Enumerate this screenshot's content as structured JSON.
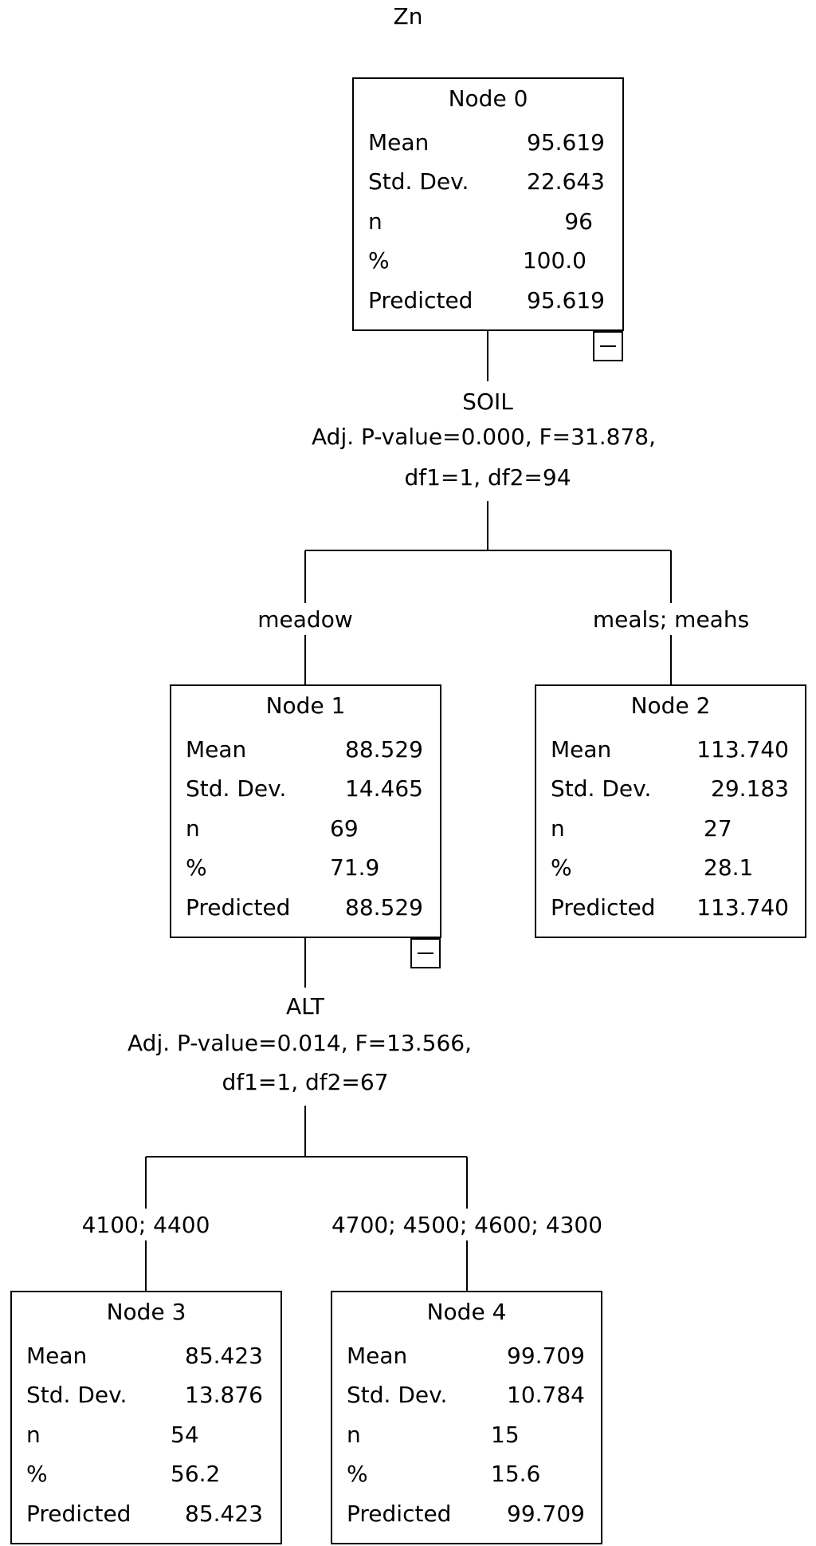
{
  "title": "Zn",
  "stat_labels": [
    "Mean",
    "Std. Dev.",
    "n",
    "%",
    "Predicted"
  ],
  "nodes": [
    {
      "title": "Node 0",
      "values": [
        "95.619",
        "22.643",
        "96",
        "100.0",
        "95.619"
      ]
    },
    {
      "title": "Node 1",
      "values": [
        "88.529",
        "14.465",
        "69",
        "71.9",
        "88.529"
      ]
    },
    {
      "title": "Node 2",
      "values": [
        "113.740",
        "29.183",
        "27",
        "28.1",
        "113.740"
      ]
    },
    {
      "title": "Node 3",
      "values": [
        "85.423",
        "13.876",
        "54",
        "56.2",
        "85.423"
      ]
    },
    {
      "title": "Node 4",
      "values": [
        "99.709",
        "10.784",
        "15",
        "15.6",
        "99.709"
      ]
    }
  ],
  "splits": [
    {
      "variable": "SOIL",
      "stats_line1": "Adj. P-value=0.000, F=31.878,",
      "stats_line2": "df1=1, df2=94"
    },
    {
      "variable": "ALT",
      "stats_line1": "Adj. P-value=0.014, F=13.566,",
      "stats_line2": "df1=1, df2=67"
    }
  ],
  "branches": [
    "meadow",
    "meals; meahs",
    "4100; 4400",
    "4700; 4500; 4600; 4300"
  ]
}
